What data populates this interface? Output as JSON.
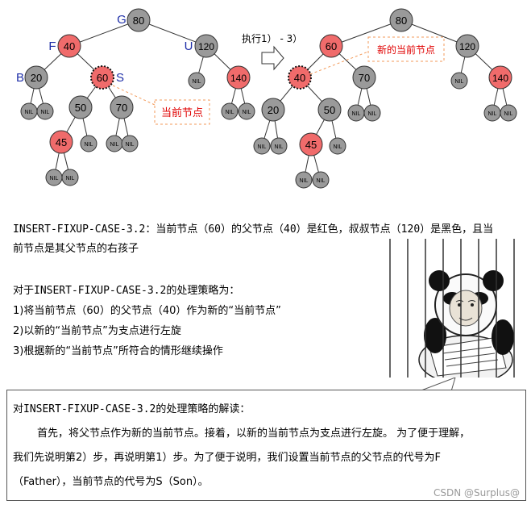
{
  "colors": {
    "red_node": "#f06b6b",
    "black_node": "#9a9a9a",
    "annotation_red": "#e00000",
    "label_blue": "#1f2fa8",
    "dashed_orange": "#f39a5a"
  },
  "left_tree": {
    "nodes": {
      "n80": "80",
      "n40": "40",
      "n120": "120",
      "n20": "20",
      "n60": "60",
      "nilU": "NIL",
      "n140": "140",
      "n50": "50",
      "n70": "70",
      "n45": "45"
    },
    "nil_label": "NIL",
    "letters": {
      "G": "G",
      "F": "F",
      "U": "U",
      "B": "B",
      "S": "S"
    },
    "callout": "当前节点"
  },
  "right_tree": {
    "nodes": {
      "n80": "80",
      "n60": "60",
      "n120": "120",
      "n40": "40",
      "n70": "70",
      "nilU": "NIL",
      "n140": "140",
      "n20": "20",
      "n50": "50",
      "n45": "45"
    },
    "nil_label": "NIL",
    "callout": "新的当前节点"
  },
  "step_label": "执行1） - 3）",
  "text": {
    "case_line1": "INSERT-FIXUP-CASE-3.2：当前节点（60）的父节点（40）是红色，叔叔节点（120）是黑色，且当",
    "case_line2": "前节点是其父节点的右孩子",
    "strategy_title": "对于INSERT-FIXUP-CASE-3.2的处理策略为：",
    "step1": "1)将当前节点（60）的父节点（40）作为新的“当前节点”",
    "step2": "2)以新的“当前节点”为支点进行左旋",
    "step3": "3)根据新的“当前节点”所符合的情形继续操作"
  },
  "callout_box": {
    "title": "对INSERT-FIXUP-CASE-3.2的处理策略的解读：",
    "line1": "首先，将父节点作为新的当前节点。接着，以新的当前节点为支点进行左旋。  为了便于理解，",
    "line2": "我们先说明第2）步，再说明第1）步。为了便于说明，我们设置当前节点的父节点的代号为F",
    "line3": "（Father），当前节点的代号为S（Son）。"
  },
  "watermark": "CSDN @Surplus@"
}
